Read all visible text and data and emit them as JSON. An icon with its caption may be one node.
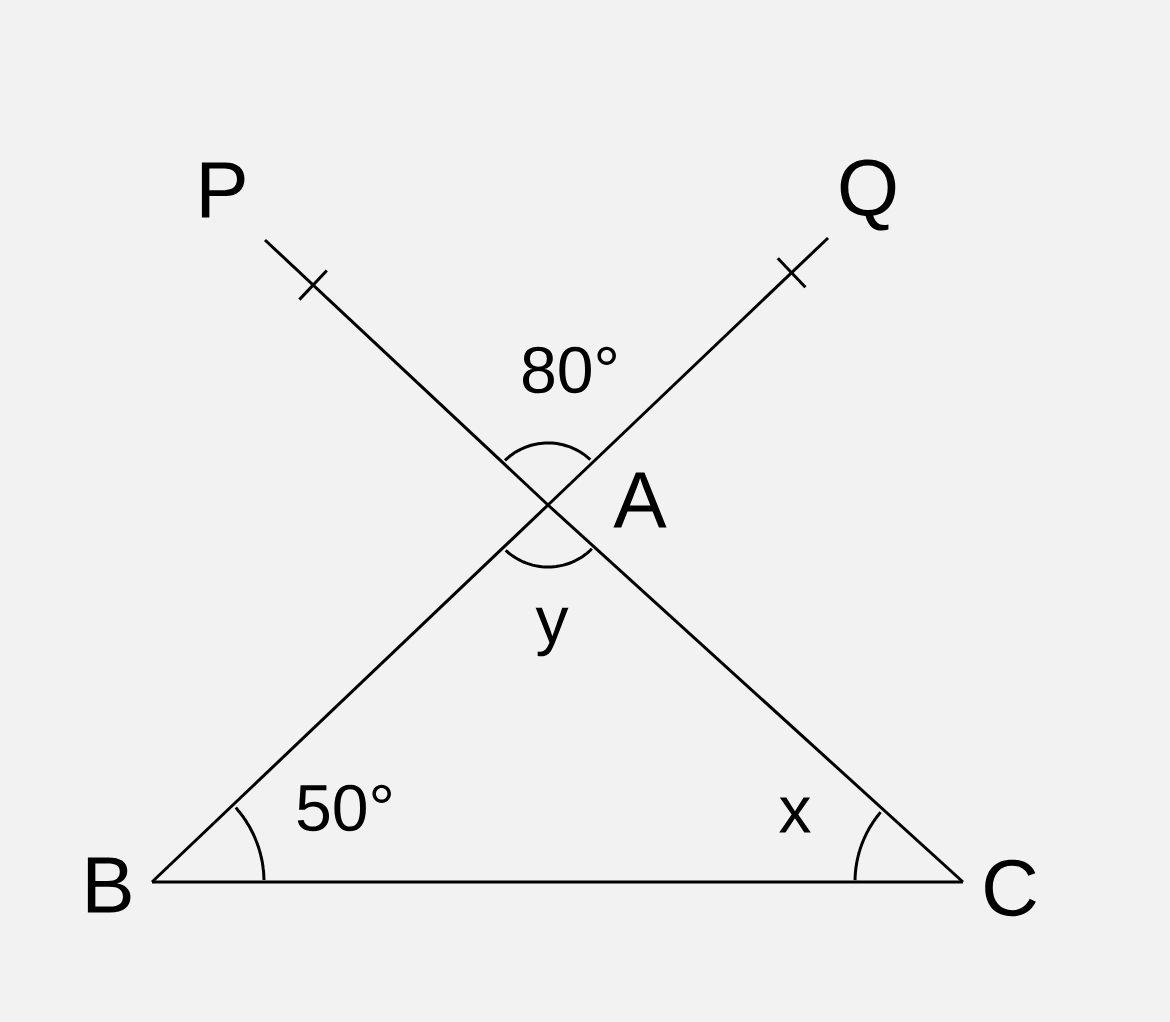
{
  "diagram": {
    "nodes": [
      {
        "text": [
          "P"
        ]
      },
      {
        "text": [
          "Q"
        ]
      },
      {
        "text": [
          "A"
        ]
      },
      {
        "text": [
          "B"
        ]
      },
      {
        "text": [
          "C"
        ]
      }
    ],
    "edges": [
      {
        "from": 0,
        "to": 2,
        "arrow": "none"
      },
      {
        "from": 2,
        "to": 4,
        "arrow": "none"
      },
      {
        "from": 1,
        "to": 2,
        "arrow": "none"
      },
      {
        "from": 2,
        "to": 3,
        "arrow": "none"
      },
      {
        "from": 3,
        "to": 4,
        "arrow": "none"
      }
    ],
    "labels": [
      "80°",
      "y",
      "50°",
      "x"
    ]
  }
}
